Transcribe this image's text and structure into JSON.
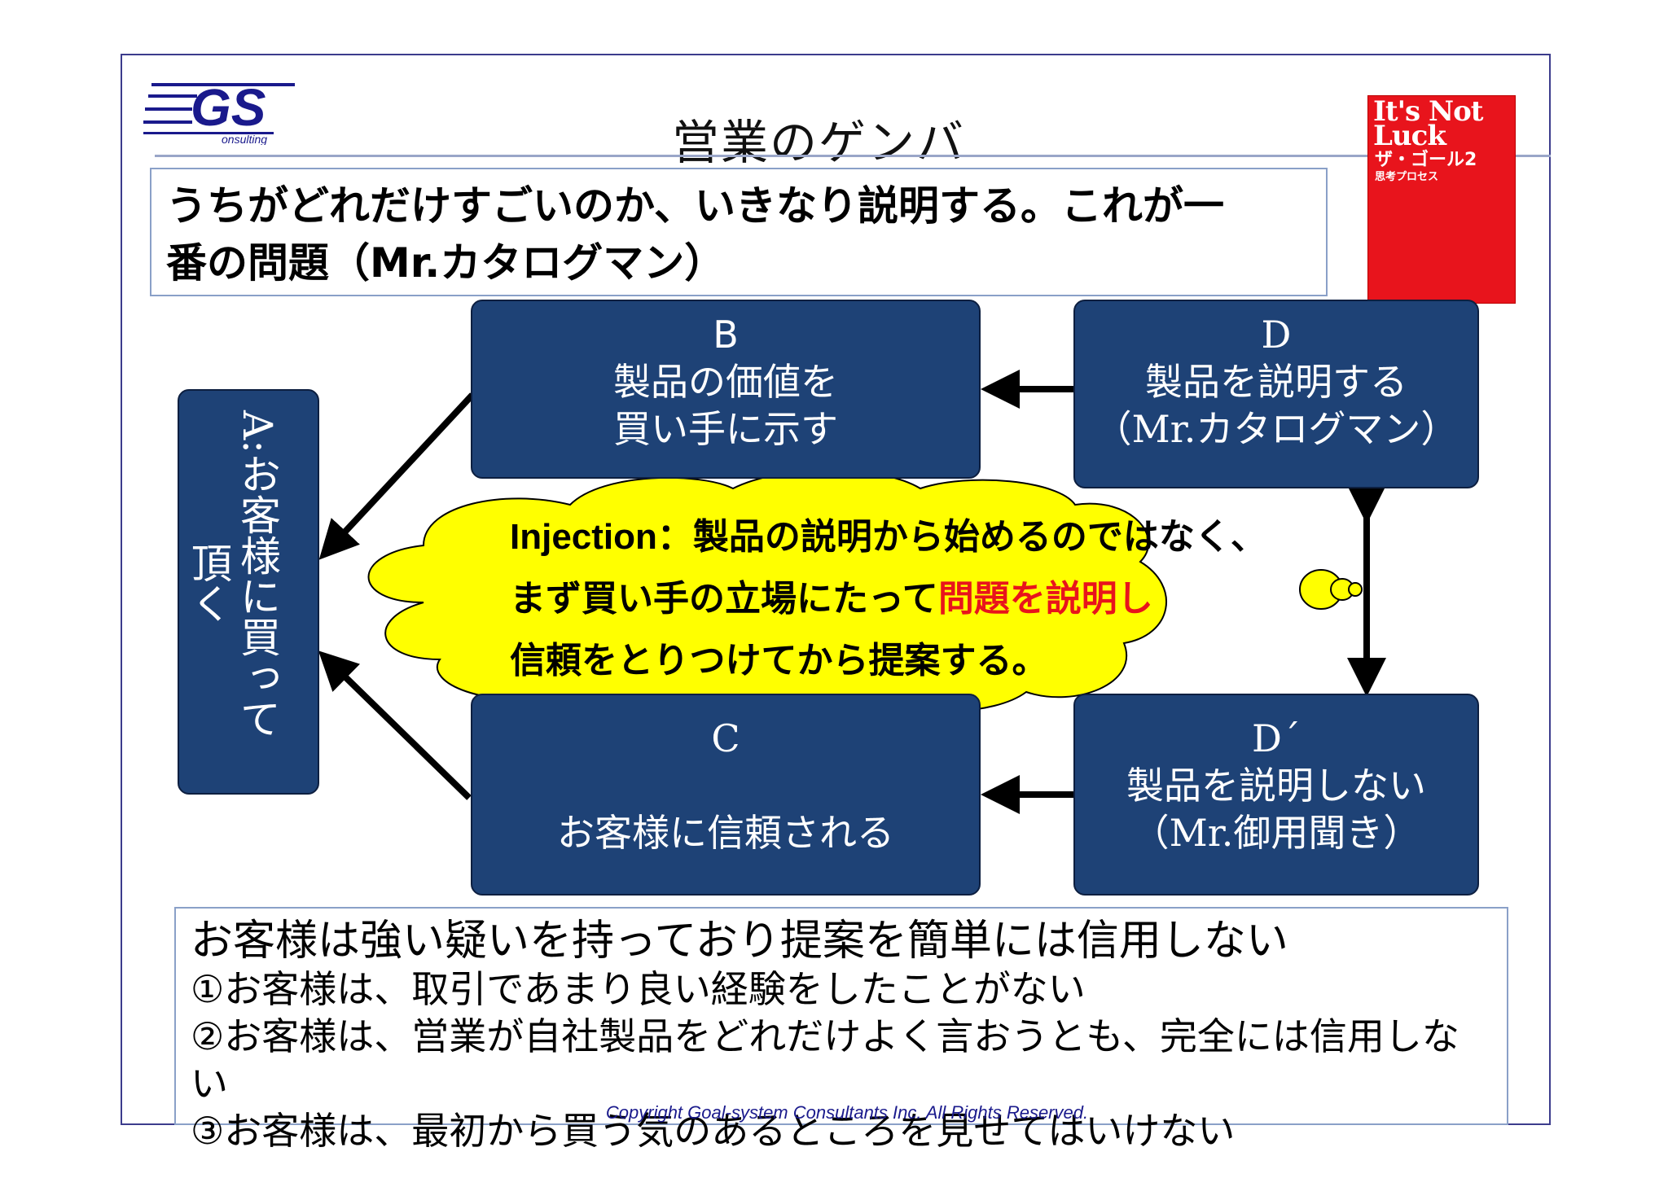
{
  "title": "営業のゲンバ",
  "logo": {
    "text": "GS",
    "subtext": "onsulting"
  },
  "book": {
    "line1": "It's Not",
    "line2": "Luck",
    "line3": "ザ・ゴール2",
    "line4": "思考プロセス"
  },
  "top_box": {
    "line1": "うちがどれだけすごいのか、いきなり説明する。これが一",
    "line2": "番の問題（Mr.カタログマン）"
  },
  "nodes": {
    "A": {
      "line1": "A:お客様に買って",
      "line2": "頂く"
    },
    "B": {
      "label": "B",
      "line1": "製品の価値を",
      "line2": "買い手に示す"
    },
    "C": {
      "label": "C",
      "line1": "",
      "line2": "お客様に信頼される"
    },
    "D": {
      "label": "D",
      "line1": "製品を説明する",
      "line2": "（Mr.カタログマン）"
    },
    "Dprime": {
      "label": "D´",
      "line1": "製品を説明しない",
      "line2": "（Mr.御用聞き）"
    }
  },
  "cloud": {
    "prefix": "Injection",
    "sep": "：",
    "line1": "製品の説明から始めるのではなく、",
    "line2_plain": "まず買い手の立場にたって",
    "line2_red": "問題を説明し",
    "line3": "信頼をとりつけてから提案する。"
  },
  "bottom_box": {
    "heading": "お客様は強い疑いを持っており提案を簡単には信用しない",
    "items": [
      "①お客様は、取引であまり良い経験をしたことがない",
      "②お客様は、営業が自社製品をどれだけよく言おうとも、完全には信用しない",
      "③お客様は、最初から買う気のあるところを見せてはいけない"
    ]
  },
  "copyright": "Copyright Goal-system Consultants Inc. All Rights Reserved.",
  "colors": {
    "node": "#1e4276",
    "cloud": "#ffff00",
    "accent_red": "#e8141c",
    "frame": "#3c3c8c"
  }
}
